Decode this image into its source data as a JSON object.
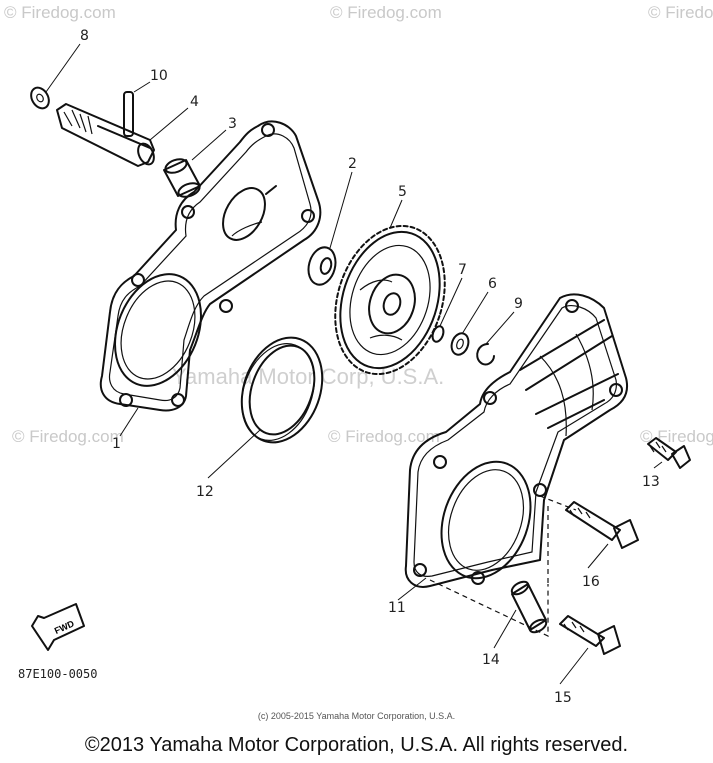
{
  "watermarks": {
    "site": "© Firedog.com",
    "site_faint": "© Firedog.com",
    "brand": "Yamaha Motor Corp, U.S.A."
  },
  "diagram": {
    "code": "87E100-0050",
    "fwd_label": "FWD",
    "credit": "(c) 2005-2015 Yamaha Motor Corporation, U.S.A.",
    "copyright": "©2013 Yamaha Motor Corporation, U.S.A. All rights reserved."
  },
  "callouts": {
    "c1": "1",
    "c2": "2",
    "c3": "3",
    "c4": "4",
    "c5": "5",
    "c6": "6",
    "c7": "7",
    "c8": "8",
    "c9": "9",
    "c10": "10",
    "c11": "11",
    "c12": "12",
    "c13": "13",
    "c14": "14",
    "c15": "15",
    "c16": "16"
  }
}
